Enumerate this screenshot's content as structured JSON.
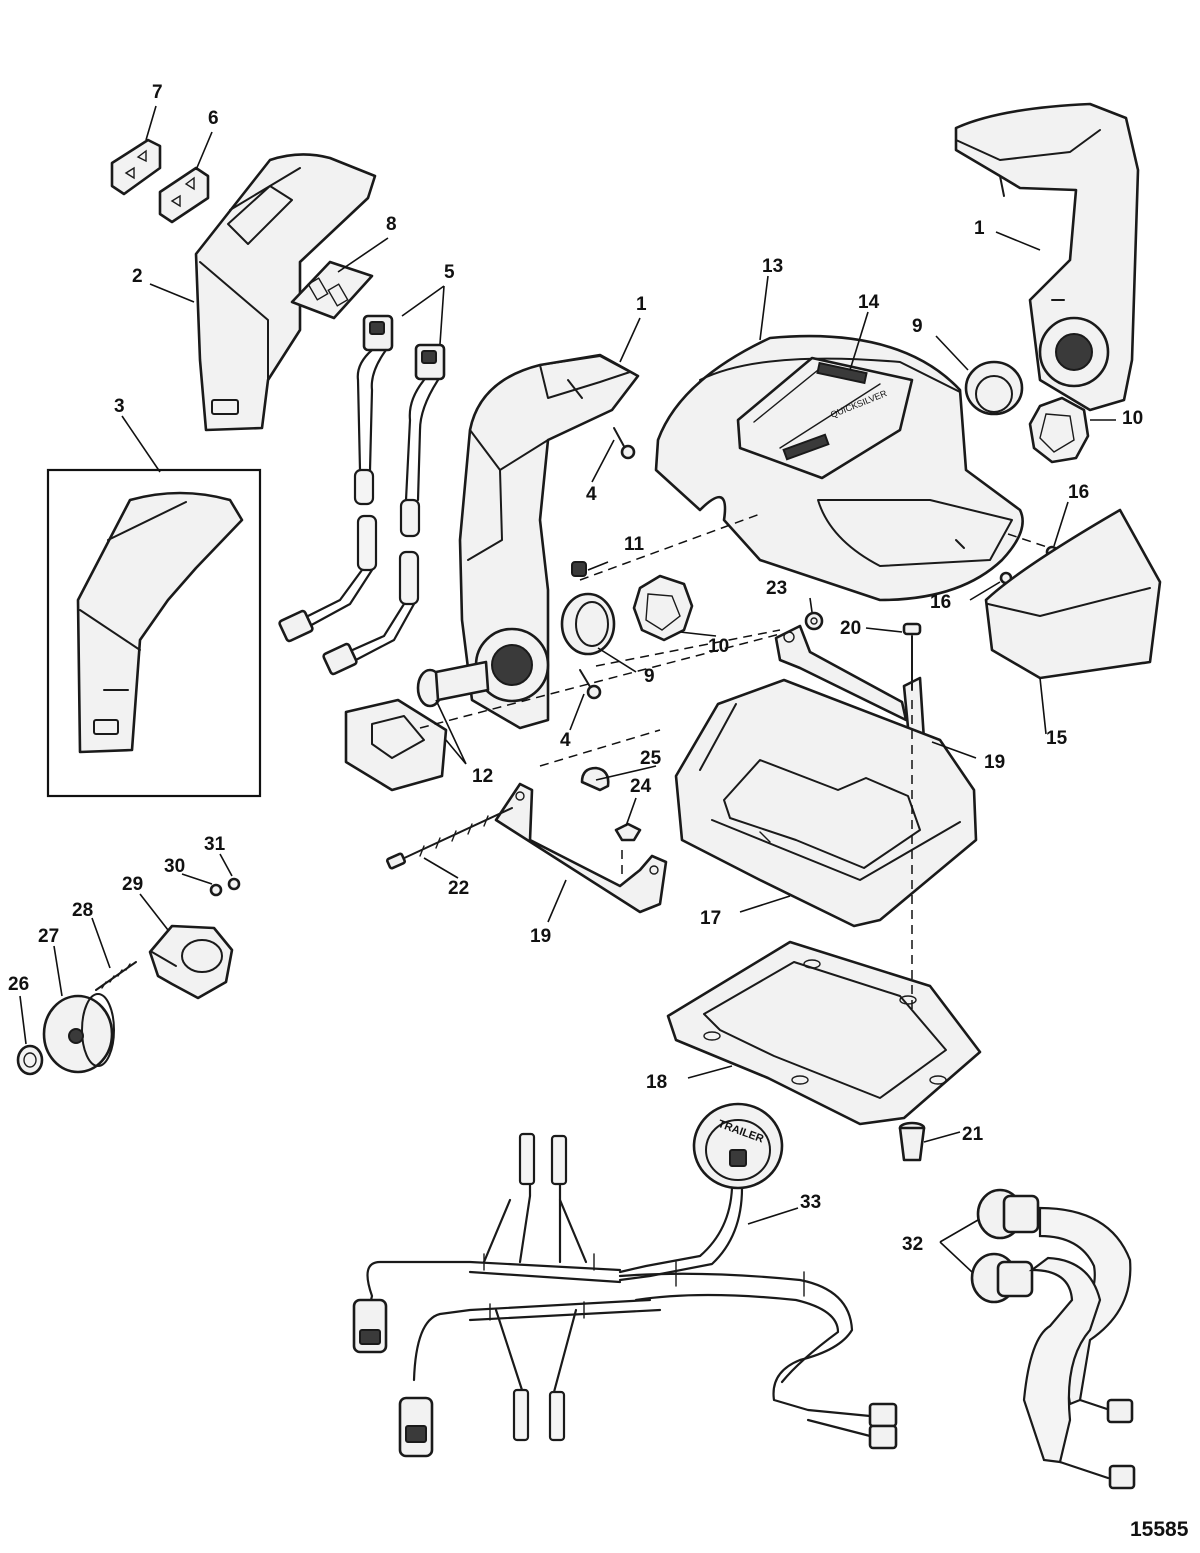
{
  "callouts": {
    "c1": "1",
    "c2": "2",
    "c3": "3",
    "c4": "4",
    "c5": "5",
    "c6": "6",
    "c7": "7",
    "c8": "8",
    "c9": "9",
    "c10": "10",
    "c11": "11",
    "c12": "12",
    "c13": "13",
    "c14": "14",
    "c15": "15",
    "c16": "16",
    "c17": "17",
    "c18": "18",
    "c19": "19",
    "c20": "20",
    "c21": "21",
    "c22": "22",
    "c23": "23",
    "c24": "24",
    "c25": "25",
    "c26": "26",
    "c27": "27",
    "c28": "28",
    "c29": "29",
    "c30": "30",
    "c31": "31",
    "c32": "32",
    "c33": "33"
  },
  "labels": {
    "trailer_switch": "TRAILER",
    "housing_brand": "QUICKSILVER"
  },
  "diagram_id": "15585"
}
